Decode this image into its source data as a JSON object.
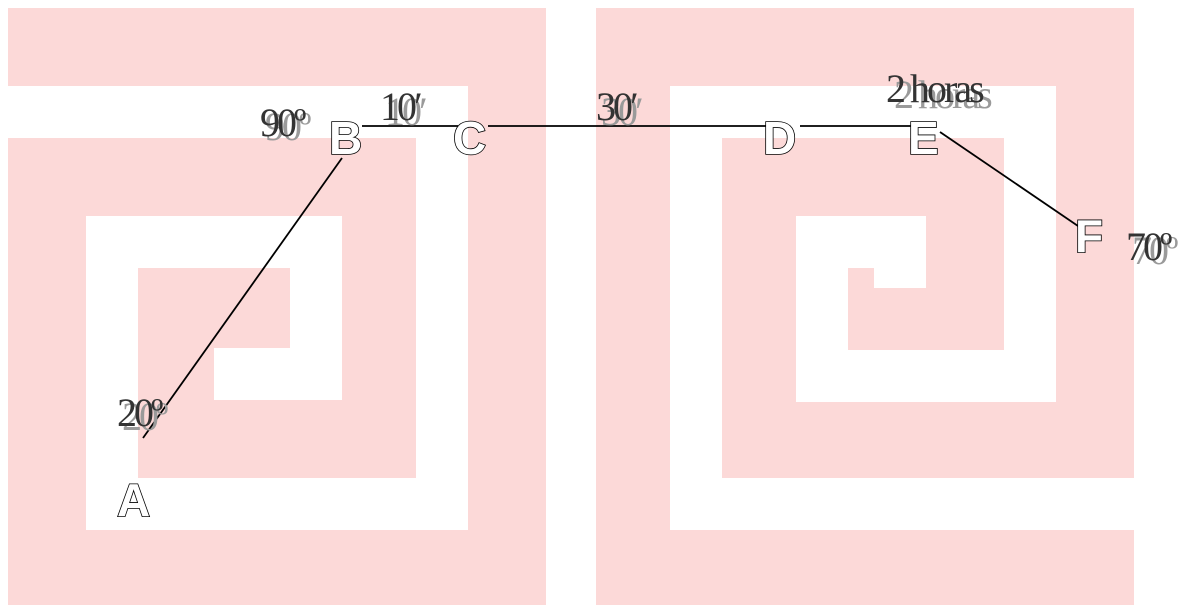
{
  "points": [
    {
      "id": "A",
      "label": "A"
    },
    {
      "id": "B",
      "label": "B"
    },
    {
      "id": "C",
      "label": "C"
    },
    {
      "id": "D",
      "label": "D"
    },
    {
      "id": "E",
      "label": "E"
    },
    {
      "id": "F",
      "label": "F"
    }
  ],
  "annotations": {
    "angle_a": "20º",
    "angle_b": "90º",
    "bc": "10′",
    "cd": "30′",
    "e": "2 horas",
    "angle_f": "70º"
  },
  "colors": {
    "line": "#000000",
    "watermark": "#fcd9d8",
    "background": "#ffffff"
  }
}
